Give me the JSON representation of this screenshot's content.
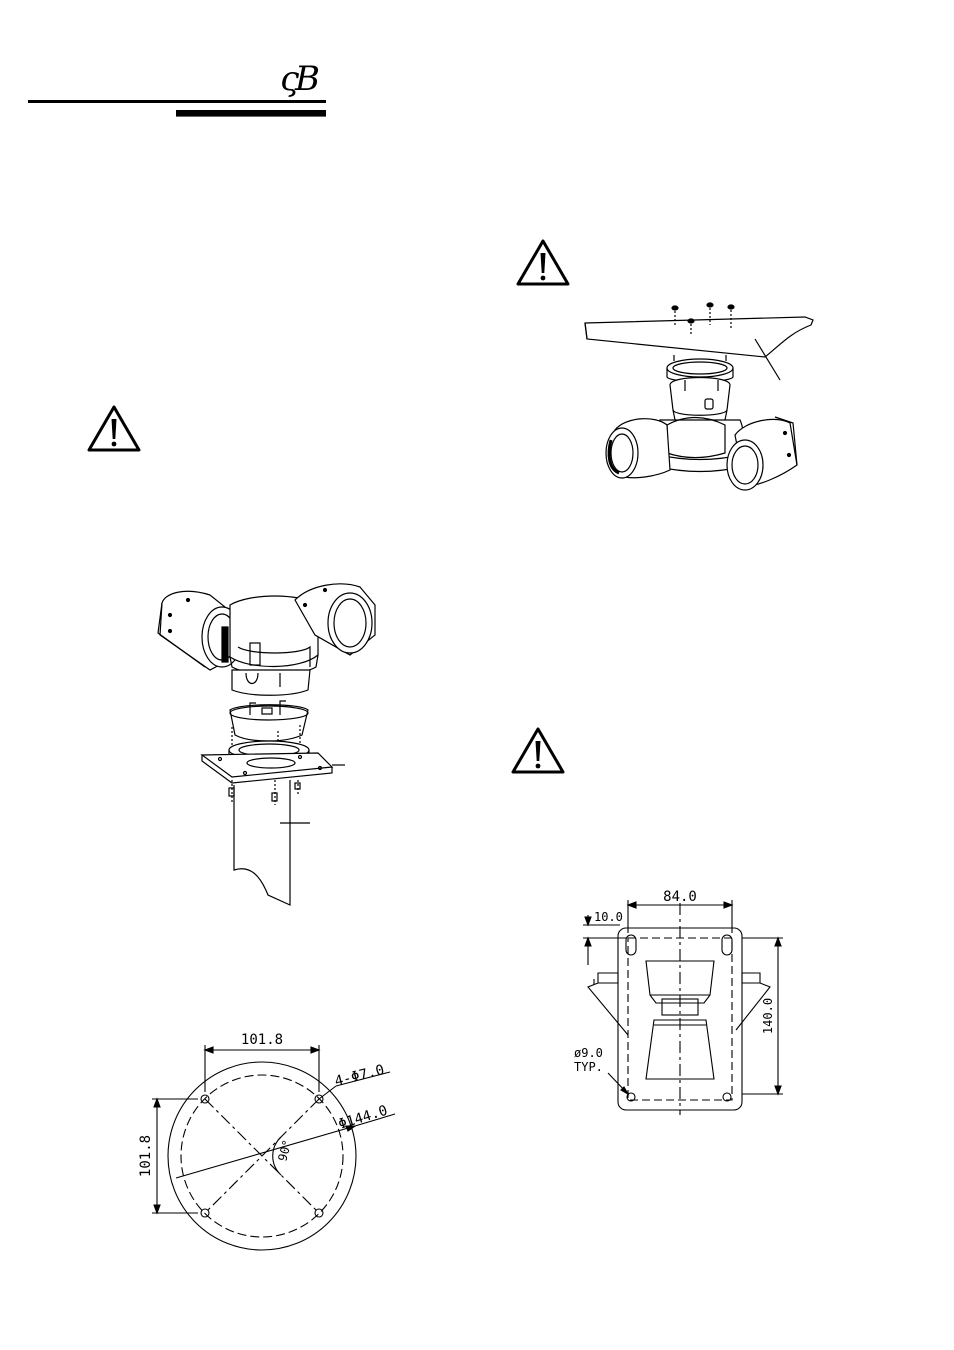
{
  "header": {
    "logo": "ςΒ"
  },
  "flange_drawing": {
    "dim_width": "101.8",
    "dim_height": "101.8",
    "dim_holes": "4-Φ7.0",
    "dim_diameter": "Φ144.0",
    "dim_angle": "90°"
  },
  "wall_bracket_drawing": {
    "dim_width": "84.0",
    "dim_offset": "10.0",
    "dim_height": "140.0",
    "dim_hole": "ø9.0",
    "dim_hole_note": "TYP."
  }
}
